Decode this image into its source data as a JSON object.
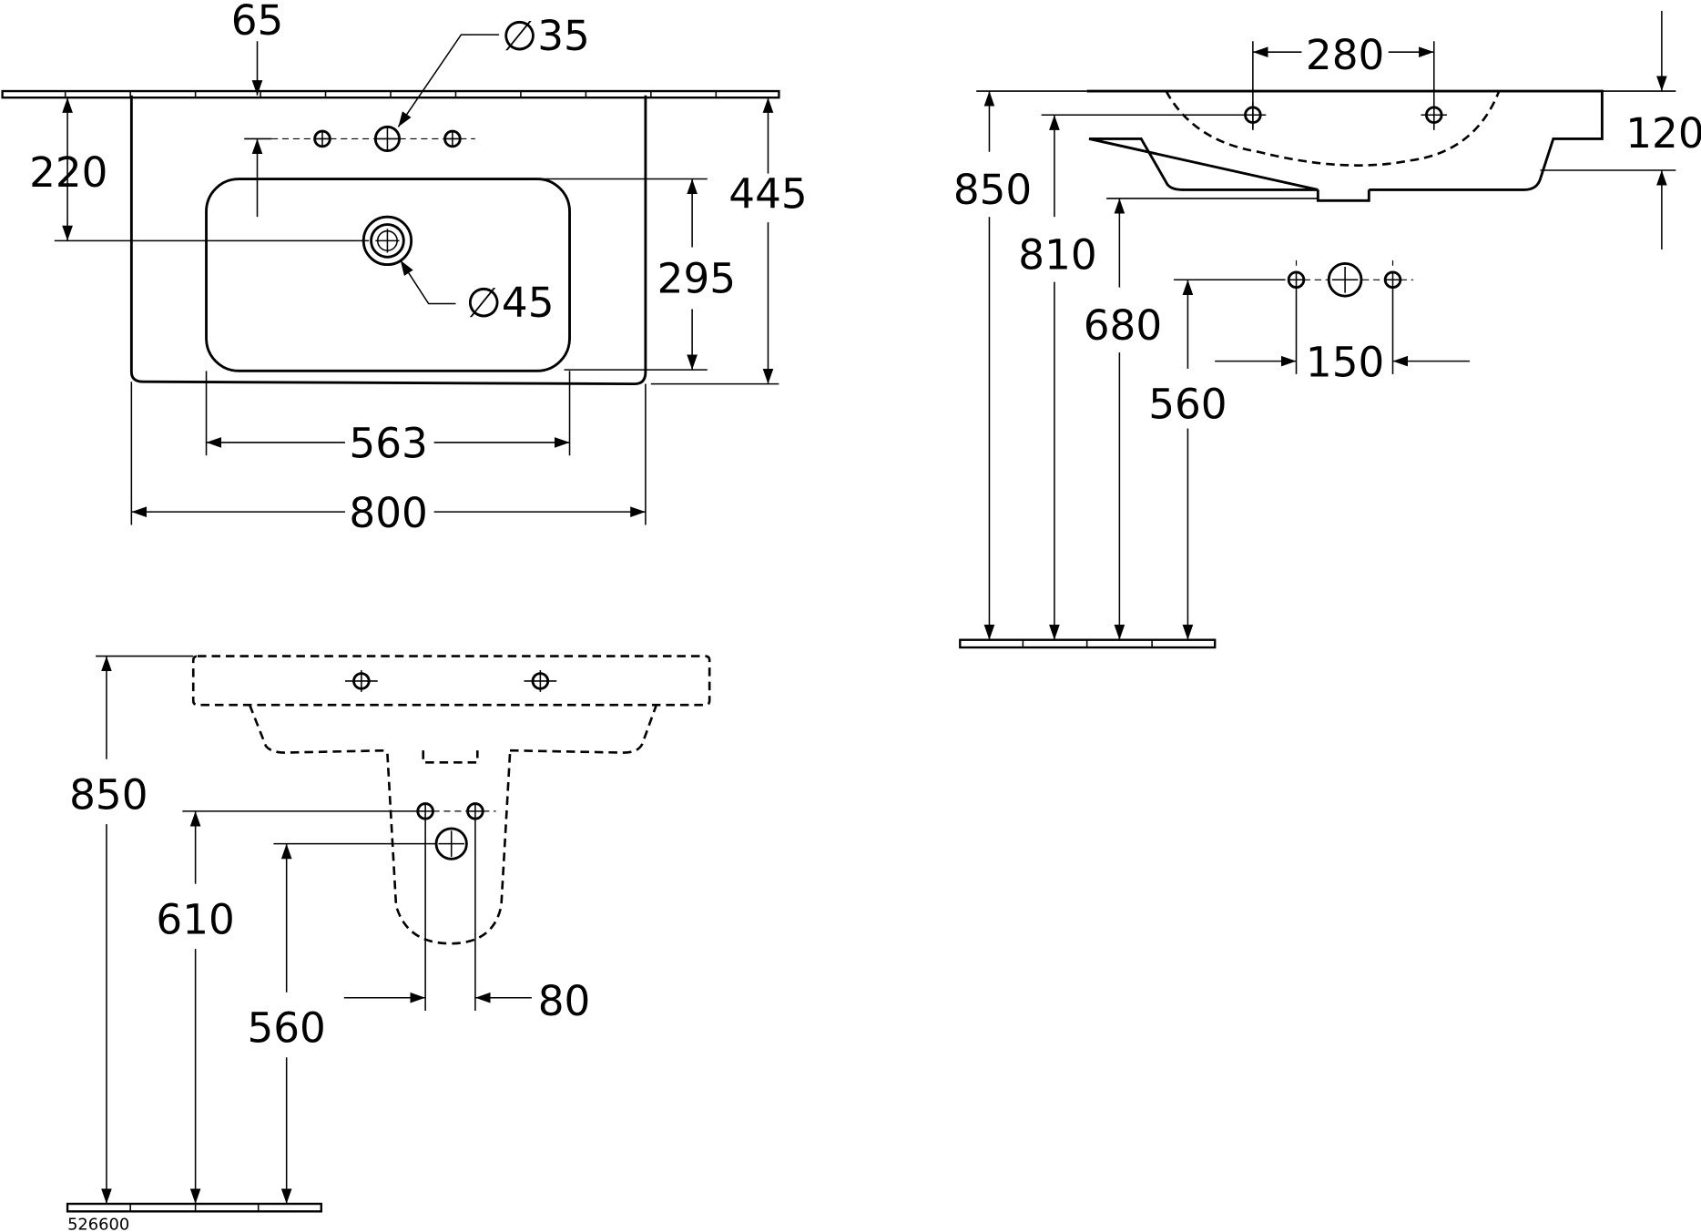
{
  "drawing": {
    "code": "526600",
    "top_view": {
      "tap_hole_offset": "65",
      "tap_hole_diameter": "∅35",
      "drain_depth": "220",
      "overall_depth": "445",
      "bowl_depth": "295",
      "bowl_width": "563",
      "overall_width": "800",
      "drain_diameter": "∅45"
    },
    "side_view": {
      "hole_spacing": "280",
      "basin_height": "120",
      "rim_height": "850",
      "tap_height": "810",
      "bottom_height": "680",
      "waste_height": "560",
      "supply_spacing": "150"
    },
    "front_view": {
      "rim_height": "850",
      "supply_height": "610",
      "waste_height": "560",
      "supply_spacing": "80"
    }
  }
}
